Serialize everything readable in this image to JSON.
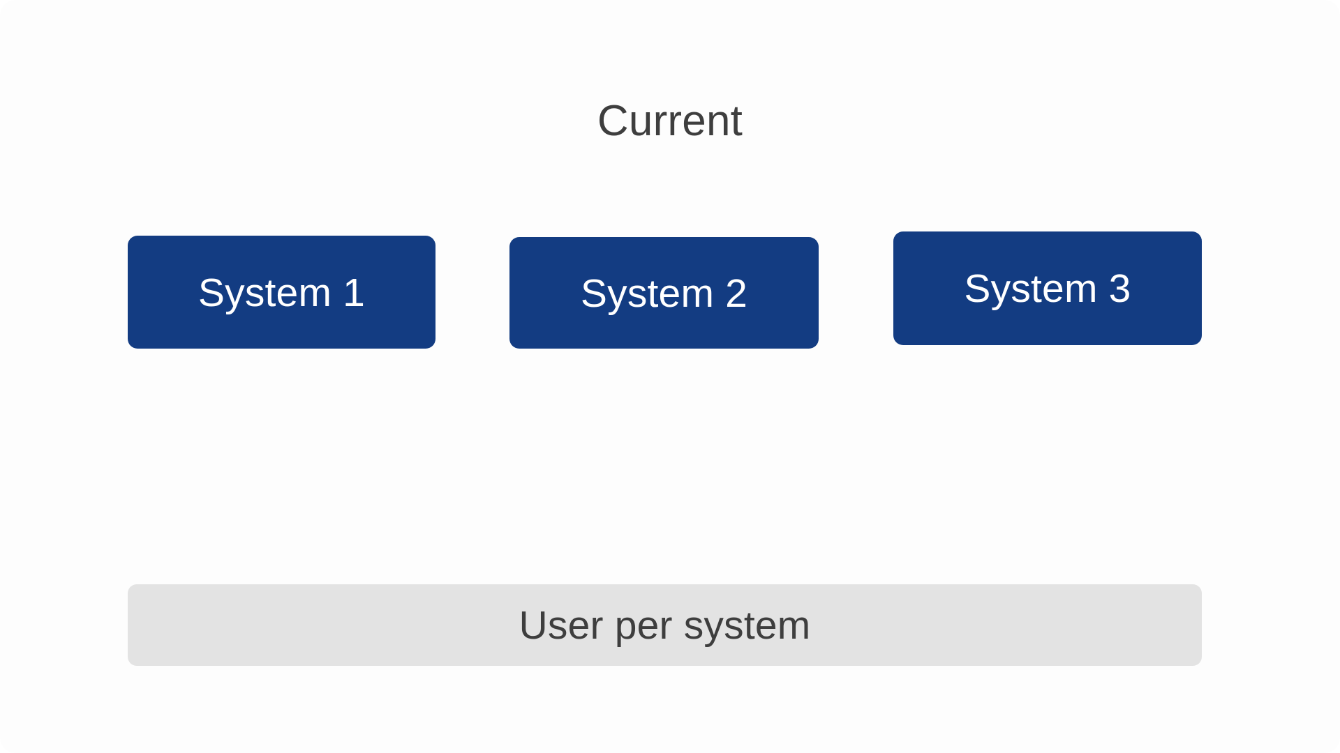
{
  "page": {
    "title": "Current",
    "background_color": "#fdfdfd"
  },
  "colors": {
    "system_button_blue": "#133c82",
    "system_button_text": "#ffffff",
    "bar_background": "#e3e3e3",
    "text_dark": "#3e3e3e"
  },
  "systems": {
    "items": [
      {
        "label": "System 1"
      },
      {
        "label": "System 2"
      },
      {
        "label": "System 3"
      }
    ]
  },
  "footer_bar": {
    "label": "User per system"
  }
}
